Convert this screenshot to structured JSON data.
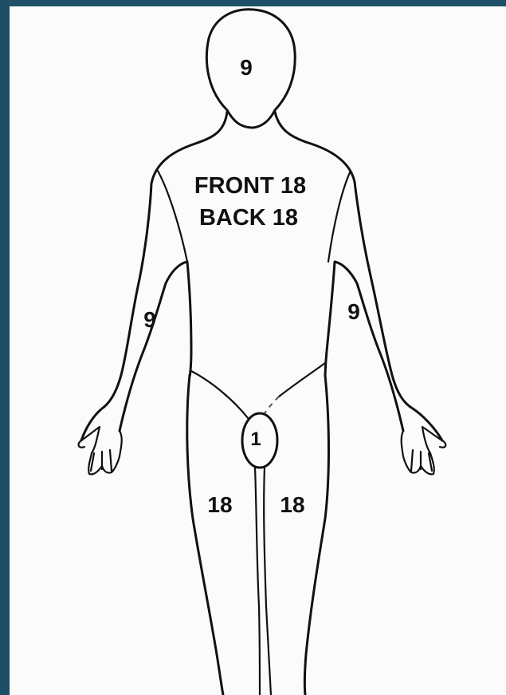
{
  "diagram": {
    "labels": {
      "head": "9",
      "torso_front": "FRONT 18",
      "torso_back": "BACK 18",
      "right_arm": "9",
      "left_arm": "9",
      "genitals": "1",
      "right_leg": "18",
      "left_leg": "18"
    },
    "colors": {
      "frame": "#1d4f66",
      "background": "#fbfbfb",
      "line": "#111111"
    }
  }
}
